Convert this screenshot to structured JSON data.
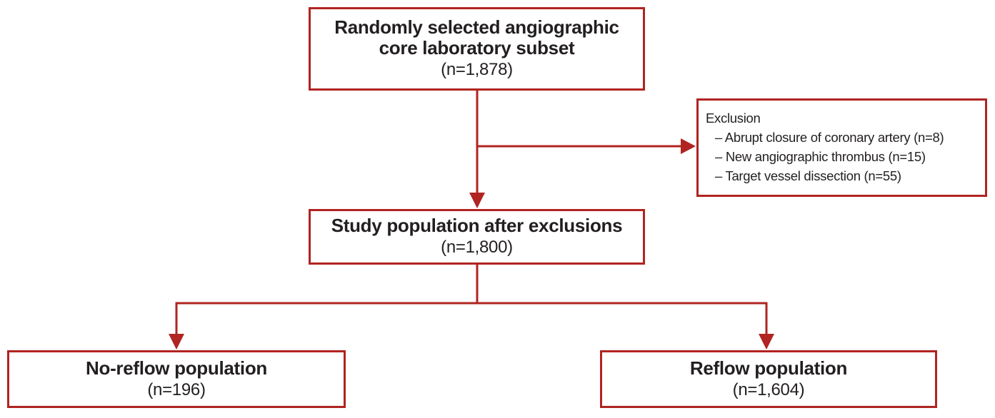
{
  "colors": {
    "accent": "#B02421",
    "text": "#231F20",
    "background": "#FFFFFF"
  },
  "diagram": {
    "type": "study-flowchart",
    "boxes": {
      "top": {
        "title": "Randomly selected angiographic core laboratory subset",
        "n": "(n=1,878)"
      },
      "exclusion": {
        "title": "Exclusion",
        "items": [
          "– Abrupt closure of coronary artery (n=8)",
          "– New angiographic thrombus (n=15)",
          "– Target vessel dissection (n=55)"
        ]
      },
      "middle": {
        "title": "Study population after exclusions",
        "n": "(n=1,800)"
      },
      "no_reflow": {
        "title": "No-reflow population",
        "n": "(n=196)"
      },
      "reflow": {
        "title": "Reflow population",
        "n": "(n=1,604)"
      }
    },
    "connections": [
      "top -> middle (down arrow)",
      "top/middle trunk -> exclusion (right arrow)",
      "middle -> no_reflow (down arrow)",
      "middle -> reflow (down arrow)"
    ]
  }
}
